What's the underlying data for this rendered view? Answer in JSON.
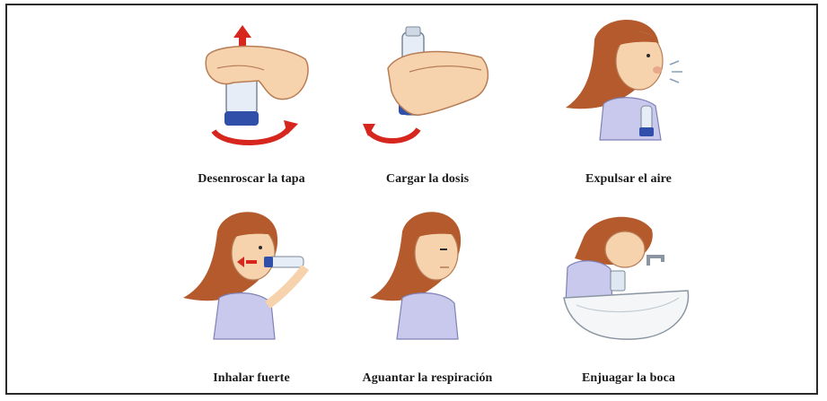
{
  "steps": [
    {
      "label": "Desenroscar la tapa",
      "illustration": "unscrew-cap-icon"
    },
    {
      "label": "Cargar la dosis",
      "illustration": "load-dose-icon"
    },
    {
      "label": "Expulsar el aire",
      "illustration": "exhale-icon"
    },
    {
      "label": "Inhalar fuerte",
      "illustration": "inhale-icon"
    },
    {
      "label": "Aguantar la respiración",
      "illustration": "hold-breath-icon"
    },
    {
      "label": "Enjuagar la boca",
      "illustration": "rinse-mouth-icon"
    }
  ],
  "colors": {
    "border": "#2a2a2a",
    "arrow_red": "#d7261e",
    "inhaler_blue": "#2f4fa8",
    "skin": "#f6d3ad",
    "hair": "#b45a2c",
    "shirt": "#c9c9ee"
  }
}
